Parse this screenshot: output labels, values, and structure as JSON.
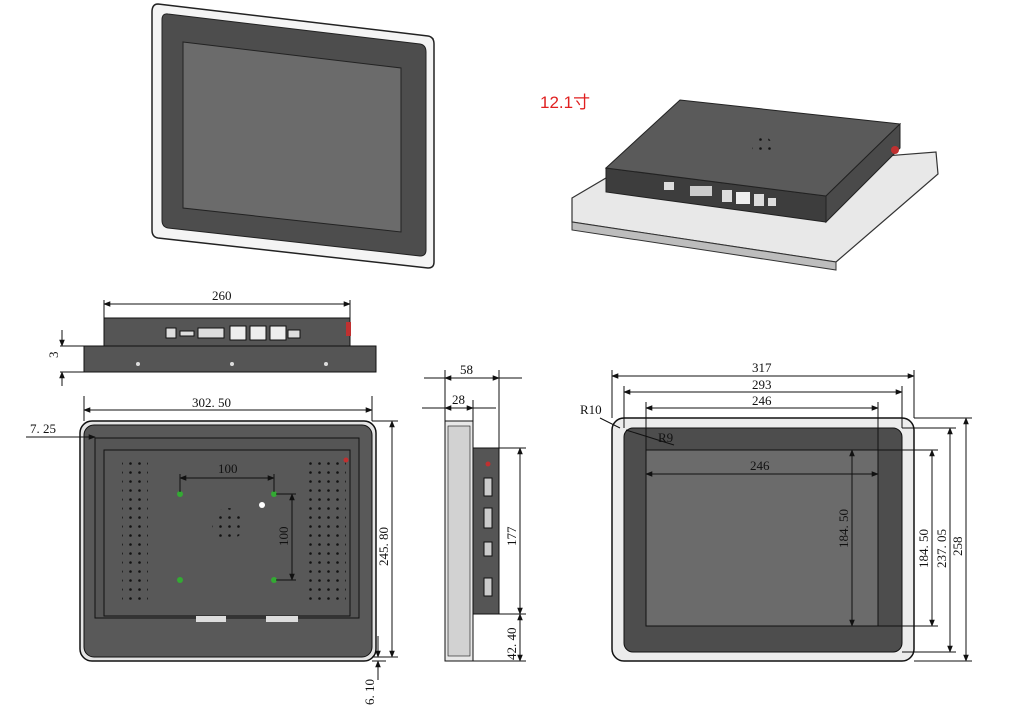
{
  "title": "12.1寸",
  "colors": {
    "title": "#e02020",
    "frame": "#d8d8d8",
    "bezel": "#4d4d4d",
    "screen": "#6b6b6b",
    "chassis": "#555555",
    "line": "#111111"
  },
  "dims": {
    "bottom_width": "260",
    "bottom_flange": "3",
    "back_width": "302. 50",
    "back_offset": "7. 25",
    "vesa_h": "100",
    "vesa_v": "100",
    "back_height": "245. 80",
    "back_bottom": "6. 10",
    "side_depth": "58",
    "side_body": "28",
    "side_port_span": "177",
    "side_bottom": "42. 40",
    "front_outer": "317",
    "front_cutout": "293",
    "front_active": "246",
    "front_radius_outer": "R10",
    "front_radius_inner": "R9",
    "front_view_w": "246",
    "front_view_h": "184. 50",
    "front_inner_h": "184. 50",
    "front_cut_h": "237. 05",
    "front_outer_h": "258"
  }
}
